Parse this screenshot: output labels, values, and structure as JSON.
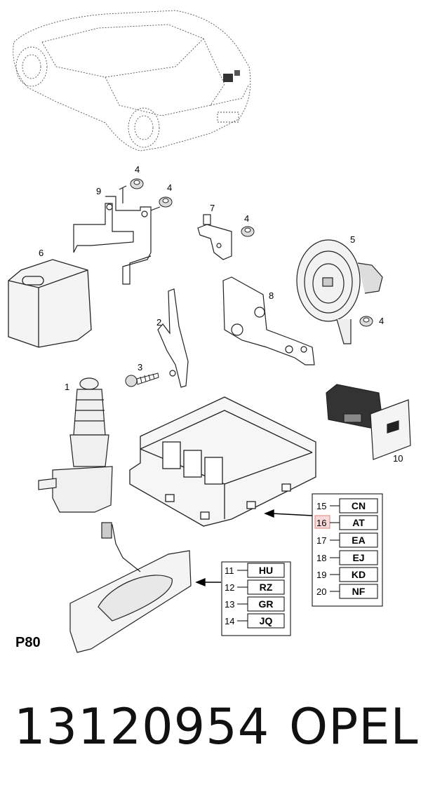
{
  "callouts": {
    "c1": "1",
    "c2": "2",
    "c3": "3",
    "c4a": "4",
    "c4b": "4",
    "c4c": "4",
    "c4d": "4",
    "c5": "5",
    "c6": "6",
    "c7": "7",
    "c8": "8",
    "c9": "9",
    "c10": "10"
  },
  "table_right": {
    "rows": [
      {
        "num": "15",
        "code": "CN",
        "highlight": false
      },
      {
        "num": "16",
        "code": "AT",
        "highlight": true
      },
      {
        "num": "17",
        "code": "EA",
        "highlight": false
      },
      {
        "num": "18",
        "code": "EJ",
        "highlight": false
      },
      {
        "num": "19",
        "code": "KD",
        "highlight": false
      },
      {
        "num": "20",
        "code": "NF",
        "highlight": false
      }
    ]
  },
  "table_left": {
    "rows": [
      {
        "num": "11",
        "code": "HU"
      },
      {
        "num": "12",
        "code": "RZ"
      },
      {
        "num": "13",
        "code": "GR"
      },
      {
        "num": "14",
        "code": "JQ"
      }
    ]
  },
  "page_label": "P80",
  "footer": {
    "part_number": "13120954",
    "brand": "OPEL"
  },
  "colors": {
    "highlight_fill": "#f9dada",
    "highlight_stroke": "#e08080"
  }
}
